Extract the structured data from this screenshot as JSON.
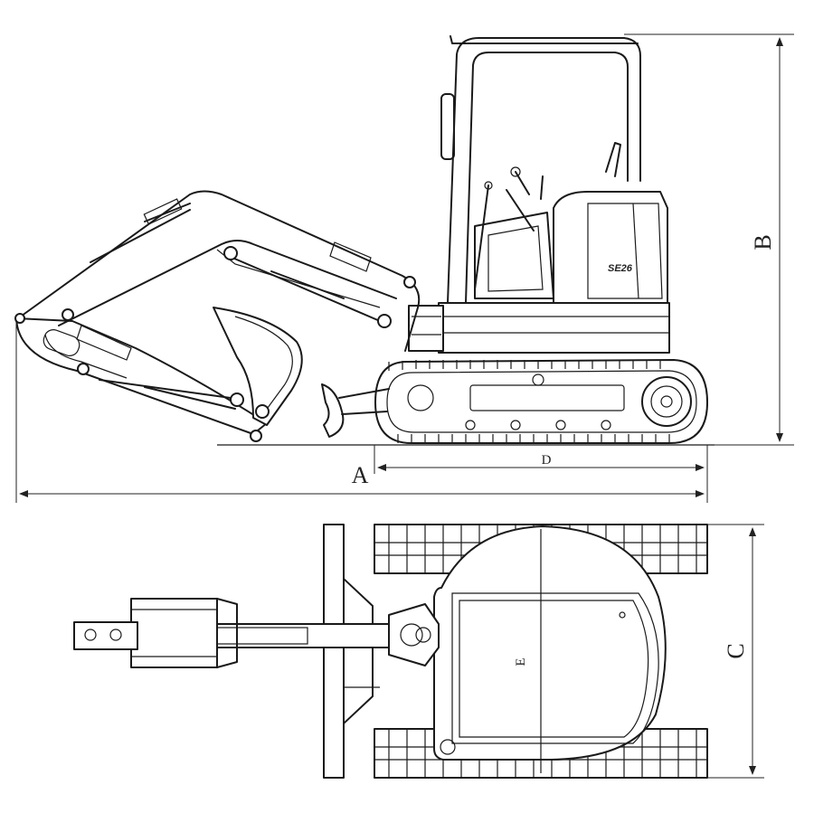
{
  "dimensions": {
    "A": "A",
    "B": "B",
    "C": "C",
    "D": "D",
    "E": "E"
  },
  "branding": {
    "cab_badge": "SE26"
  },
  "colors": {
    "line": "#1a1a1a",
    "background": "#ffffff"
  }
}
